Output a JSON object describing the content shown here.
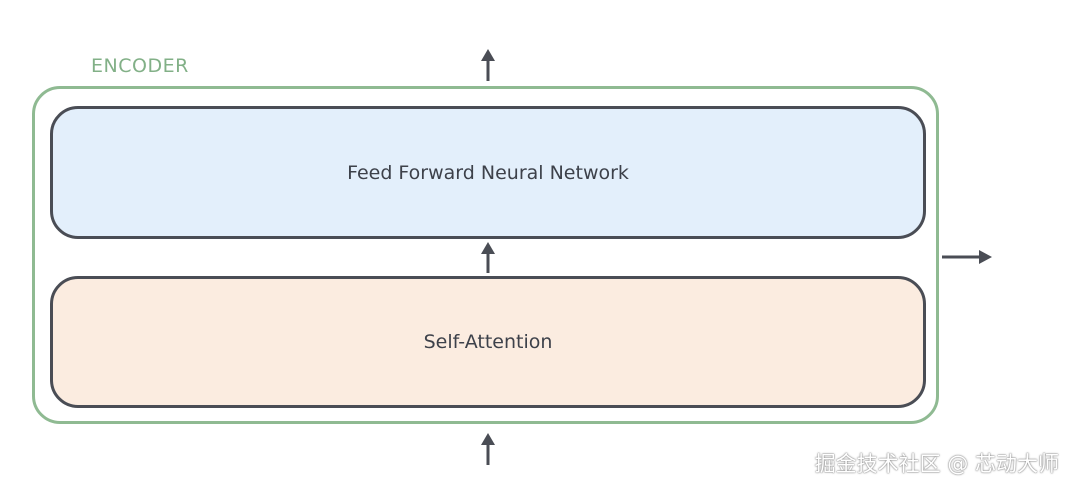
{
  "encoder": {
    "label": "ENCODER",
    "border_color": "#8fba92",
    "label_color": "#82b087"
  },
  "layers": {
    "feed_forward": {
      "label": "Feed Forward Neural Network",
      "fill_color": "#e3effb"
    },
    "self_attention": {
      "label": "Self-Attention",
      "fill_color": "#fbece0"
    }
  },
  "arrows": {
    "color": "#4a4d55",
    "items": [
      "input-arrow",
      "attention-to-ffn-arrow",
      "output-arrow",
      "side-output-arrow"
    ]
  },
  "watermark": {
    "text": "掘金技术社区 @ 芯动大师"
  }
}
